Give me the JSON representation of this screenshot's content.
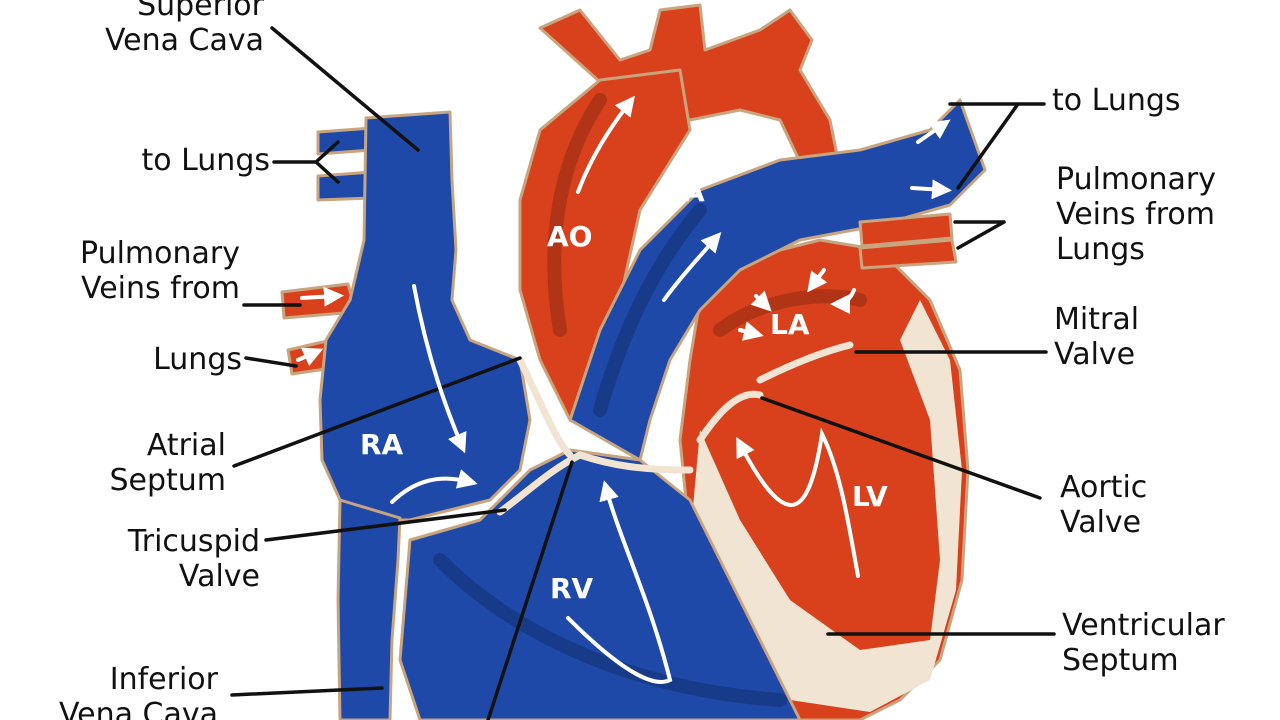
{
  "colors": {
    "oxygenated": "#d9401c",
    "oxygenated_dark": "#8e2410",
    "deoxygenated": "#1e49a8",
    "deoxygenated_dark": "#0f2a6e",
    "septum": "#f1e4d2",
    "outline": "#c9a57f",
    "arrow": "#ffffff",
    "leader": "#111111"
  },
  "labels": {
    "svc": [
      "Superior",
      "Vena Cava"
    ],
    "to_lungs_left": [
      "to Lungs"
    ],
    "pulm_veins_left_a": [
      "Pulmonary",
      "Veins from"
    ],
    "pulm_veins_left_b": [
      "Lungs"
    ],
    "atrial_septum": [
      "Atrial",
      "Septum"
    ],
    "tricuspid": [
      "Tricuspid",
      "Valve"
    ],
    "ivc": [
      "Inferior",
      "Vena Cava"
    ],
    "to_lungs_right": [
      "to Lungs"
    ],
    "pulm_veins_right": [
      "Pulmonary",
      "Veins from",
      "Lungs"
    ],
    "mitral": [
      "Mitral",
      "Valve"
    ],
    "aortic": [
      "Aortic",
      "Valve"
    ],
    "ventricular_septum": [
      "Ventricular",
      "Septum"
    ]
  },
  "chambers": {
    "ao": "AO",
    "pa": "PA",
    "ra": "RA",
    "la": "LA",
    "rv": "RV",
    "lv": "LV"
  }
}
